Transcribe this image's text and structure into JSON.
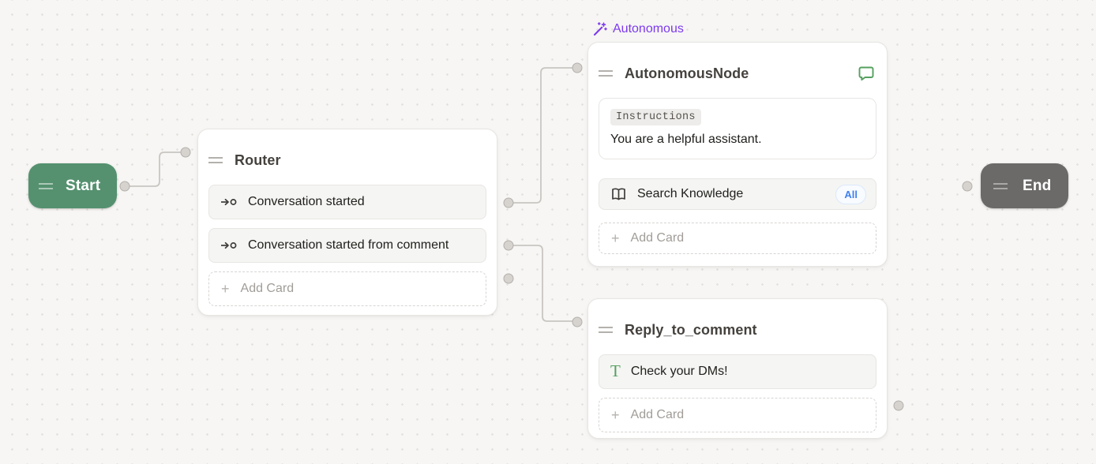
{
  "colors": {
    "canvas_bg": "#f7f6f4",
    "dot": "#e4e2df",
    "node_bg": "#ffffff",
    "node_border": "#e8e6e3",
    "card_bg": "#f5f5f3",
    "card_border": "#e8e6e3",
    "start_green": "#55916f",
    "end_gray": "#6b6a68",
    "autonomous_purple": "#7c3aed",
    "badge_blue": "#4080ee",
    "badge_blue_bg": "#f8fbff",
    "badge_blue_border": "#dbe9fc",
    "icon_green": "#55a05f",
    "connector": "#c9c6c2",
    "port_fill": "#d6d3cf",
    "port_border": "#b3b0ac",
    "title_text": "#45423e",
    "body_text": "#21201d",
    "muted_text": "#a19d98",
    "chip_bg": "#edecea",
    "chip_text": "#57534e"
  },
  "icons": {
    "drag_handle": "drag-handle-icon",
    "wand": "wand-icon",
    "chat_bubble": "chat-bubble-icon",
    "entry_arrow": "entry-arrow-icon",
    "open_book": "open-book-icon",
    "text_glyph": "text-icon",
    "plus": "plus-icon",
    "port": "port-dot"
  },
  "ui": {
    "plus": "+",
    "text_icon_glyph": "T"
  },
  "nodes": {
    "start": {
      "label": "Start"
    },
    "router": {
      "title": "Router",
      "cards": [
        {
          "label": "Conversation started"
        },
        {
          "label": "Conversation started from comment"
        }
      ],
      "add_card": "Add Card"
    },
    "autonomous": {
      "tag": "Autonomous",
      "title": "AutonomousNode",
      "instructions": {
        "label": "Instructions",
        "value": "You are a helpful assistant."
      },
      "search_knowledge": {
        "label": "Search Knowledge",
        "badge": "All"
      },
      "add_card": "Add Card"
    },
    "reply_to_comment": {
      "title": "Reply_to_comment",
      "text_card": {
        "value": "Check your DMs!"
      },
      "add_card": "Add Card"
    },
    "end": {
      "label": "End"
    }
  }
}
